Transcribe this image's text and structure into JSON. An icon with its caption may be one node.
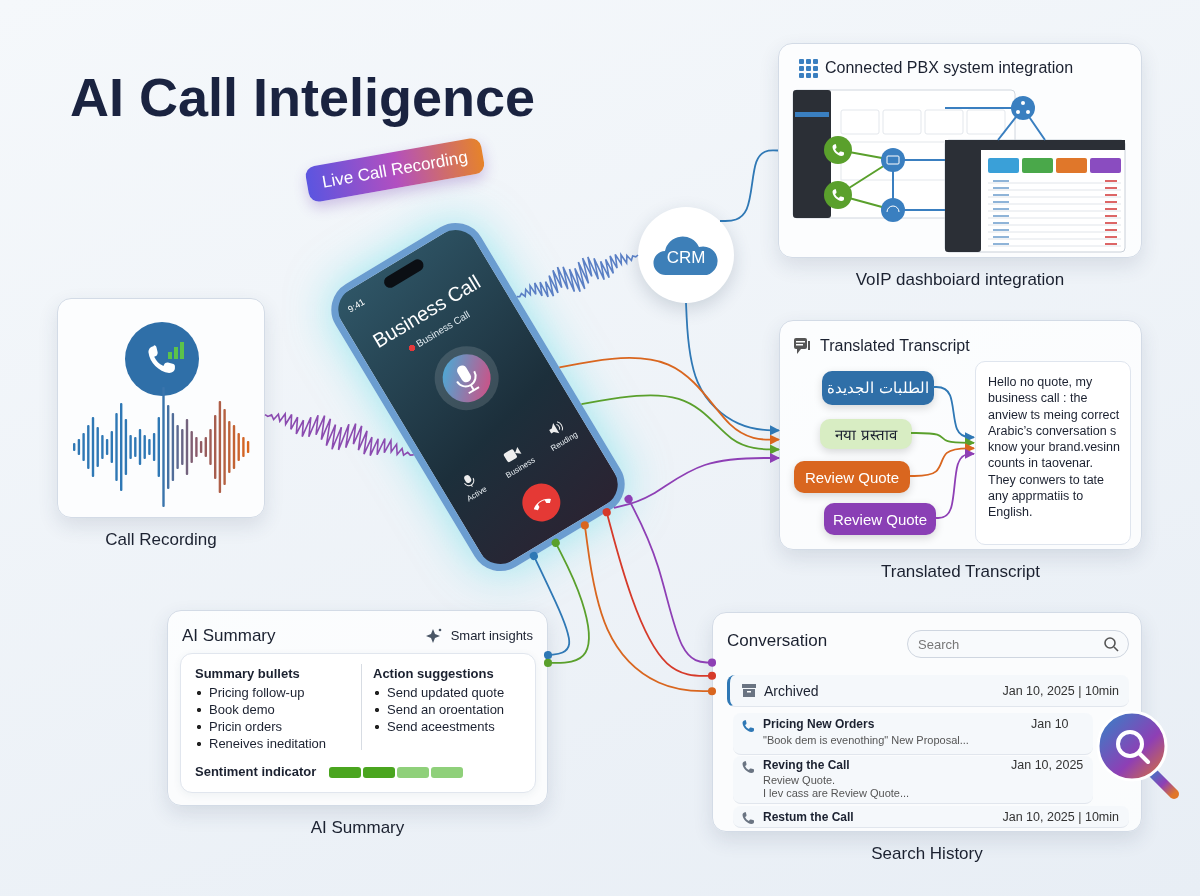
{
  "diagram": {
    "title": "AI Call Inteligence",
    "nodes": [
      {
        "text": [
          "Call Recording"
        ]
      },
      {
        "text": [
          "9:41",
          "Business Call",
          "Business Call",
          "Active",
          "Business",
          "Reuding"
        ]
      },
      {
        "text": [
          "Live Call Recording"
        ]
      },
      {
        "text": [
          "CRM"
        ]
      },
      {
        "text": [
          "Connected PBX system integration"
        ],
        "beside": [
          "VoIP dashboiard integration"
        ]
      },
      {
        "text": [
          "Translated Transcript"
        ],
        "beside": [
          "Translated Transcript"
        ]
      },
      {
        "text": [
          "الطلبات الجديدة"
        ],
        "in": 5
      },
      {
        "text": [
          "नया प्रस्ताव"
        ],
        "in": 5
      },
      {
        "text": [
          "Review Quote"
        ],
        "in": 5
      },
      {
        "text": [
          "Review Quote"
        ],
        "in": 5
      },
      {
        "text": [
          "Hello no quote, my business call : the anview ts meing correct Arabic’s conversation s know your brand.vesinn counts in taovenar. They conwers to tate any apprmatiis to English."
        ],
        "in": 5
      },
      {
        "text": [
          "AI Summary",
          "Smart insights"
        ],
        "beside": [
          "AI Summary"
        ]
      },
      {
        "text": [
          "Summary bullets",
          "Pricing follow-up",
          "Book demo",
          "Pricin orders",
          "Reneives ineditation",
          "Action suggestions",
          "Send updated quote",
          "Send an oroentation",
          "Send aceestments",
          "Sentiment indicator"
        ],
        "in": 11
      },
      {
        "text": [
          "Conversation"
        ],
        "beside": [
          "Search History"
        ]
      },
      {
        "text": [
          "Search"
        ],
        "in": 13
      },
      {
        "text": [
          "Archived",
          "Jan 10, 2025 | 10min"
        ],
        "in": 13
      },
      {
        "text": [
          "Pricing New Orders",
          "\"Book dem is evenothing\" New Proposal...",
          "Jan 10"
        ],
        "in": 13
      },
      {
        "text": [
          "Reving the Call",
          "Review Quote.",
          "I lev cass are Review Quote...",
          "Jan 10, 2025"
        ],
        "in": 13
      },
      {
        "text": [
          "Restum the Call",
          "Jan 10, 2025 | 10min"
        ],
        "in": 13
      }
    ],
    "edges": [
      {
        "from": 0,
        "to": 1,
        "arrow": "none",
        "color": "#8b4bb0"
      },
      {
        "from": 1,
        "to": 3,
        "arrow": "none",
        "color": "#5a7fc4"
      },
      {
        "from": 3,
        "to": 4,
        "arrow": "none"
      },
      {
        "from": 3,
        "to": 5,
        "arrow": "to"
      },
      {
        "from": 1,
        "to": 5,
        "arrow": "to",
        "color": "#d9661f"
      },
      {
        "from": 1,
        "to": 5,
        "arrow": "to",
        "color": "#5aa02c"
      },
      {
        "from": 1,
        "to": 5,
        "arrow": "to",
        "color": "#8e3fb5"
      },
      {
        "from": 6,
        "to": 10,
        "arrow": "to"
      },
      {
        "from": 7,
        "to": 10,
        "arrow": "to",
        "color": "#5aa02c"
      },
      {
        "from": 8,
        "to": 10,
        "arrow": "to",
        "color": "#d9661f"
      },
      {
        "from": 9,
        "to": 10,
        "arrow": "to",
        "color": "#8e3fb5"
      },
      {
        "from": 1,
        "to": 11,
        "arrow": "other"
      },
      {
        "from": 1,
        "to": 11,
        "arrow": "other",
        "color": "#5aa02c"
      },
      {
        "from": 1,
        "to": 13,
        "arrow": "other",
        "color": "#8e3fb5"
      },
      {
        "from": 1,
        "to": 13,
        "arrow": "other",
        "color": "#d63a2a"
      },
      {
        "from": 1,
        "to": 13,
        "arrow": "other",
        "color": "#d9661f"
      }
    ]
  }
}
